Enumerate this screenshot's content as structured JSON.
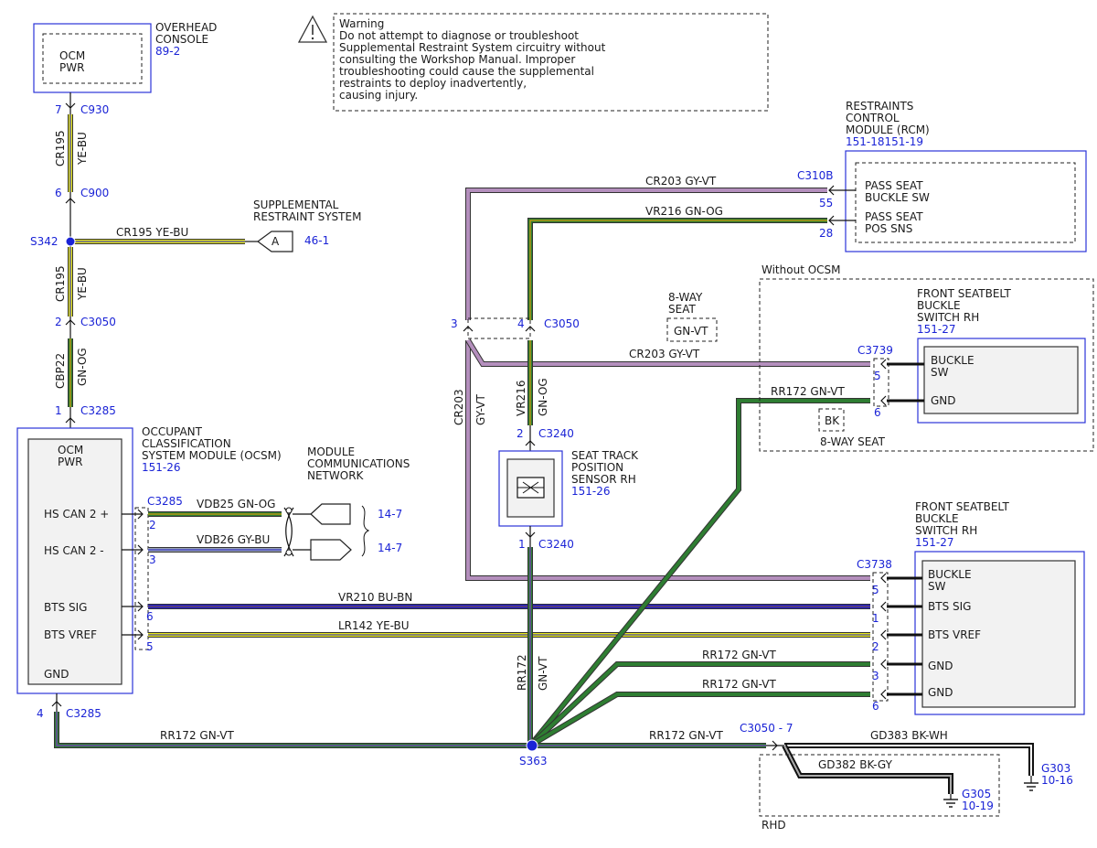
{
  "warning": {
    "title": "Warning",
    "lines": [
      "Do not attempt to diagnose or troubleshoot",
      "Supplemental Restraint System circuitry without",
      "consulting the Workshop Manual. Improper",
      "troubleshooting could cause the supplemental",
      "restraints to deploy inadvertently,",
      "causing injury."
    ]
  },
  "colors": {
    "ye_bu": "#e6e619",
    "gn_og": "#2e7d32",
    "gy_vt": "#b48fbd",
    "bu_bn": "#1f1fcc",
    "gn_vt": "#2e7d32",
    "bk": "#111111",
    "ref_blue": "#1a23d6"
  },
  "overhead_console": {
    "title_1": "OVERHEAD",
    "title_2": "CONSOLE",
    "ref": "89-2",
    "pin_1": "OCM",
    "pin_2": "PWR"
  },
  "connectors": {
    "c930": {
      "pin": "7",
      "name": "C930"
    },
    "c900": {
      "pin": "6",
      "name": "C900"
    },
    "c3050_left": {
      "pin": "2",
      "name": "C3050"
    },
    "c3285_top": {
      "pin": "1",
      "name": "C3285"
    },
    "c3285_side": "C3285",
    "c3285_bottom": {
      "pin": "4",
      "name": "C3285"
    },
    "c3050_mid_pin_3": "3",
    "c3050_mid_pin_4": "4",
    "c3050_mid_name": "C3050",
    "c3240_top": {
      "pin": "2",
      "name": "C3240"
    },
    "c3240_bottom": {
      "pin": "1",
      "name": "C3240"
    },
    "c310b": "C310B",
    "c310b_pin_55": "55",
    "c310b_pin_28": "28",
    "c3739": "C3739",
    "c3739_pin_5": "5",
    "c3739_pin_6": "6",
    "c3738": "C3738",
    "c3738_pins": [
      "5",
      "1",
      "2",
      "3",
      "6"
    ],
    "c3050_7": "C3050 - 7",
    "ocsm_pins": [
      "2",
      "3",
      "6",
      "5"
    ]
  },
  "wires": {
    "cr195_a": {
      "circuit": "CR195",
      "color": "YE-BU"
    },
    "cr195_h": "CR195  YE-BU",
    "cr195_b": {
      "circuit": "CR195",
      "color": "YE-BU"
    },
    "cbp22": {
      "circuit": "CBP22",
      "color": "GN-OG"
    },
    "vdb25": "VDB25  GN-OG",
    "vdb26": "VDB26  GY-BU",
    "vr210": "VR210  BU-BN",
    "lr142": "LR142  YE-BU",
    "rr172_bottom_left": "RR172  GN-VT",
    "rr172_bottom_right": "RR172  GN-VT",
    "cr203_top": "CR203  GY-VT",
    "vr216_top": "VR216  GN-OG",
    "cr203_mid": "CR203  GY-VT",
    "rr172_mid": "RR172  GN-VT",
    "cr203_vert": {
      "circuit": "CR203",
      "color": "GY-VT"
    },
    "vr216_vert": {
      "circuit": "VR216",
      "color": "GN-OG"
    },
    "rr172_vert": {
      "circuit": "RR172",
      "color": "GN-VT"
    },
    "rr172_gnd_a": "RR172  GN-VT",
    "rr172_gnd_b": "RR172  GN-VT",
    "gd383": "GD383  BK-WH",
    "gd382": "GD382  BK-GY"
  },
  "srs": {
    "line_1": "SUPPLEMENTAL",
    "line_2": "RESTRAINT SYSTEM",
    "flag": "A",
    "ref": "46-1"
  },
  "splices": {
    "s342": "S342",
    "s363": "S363"
  },
  "ocsm": {
    "title_lines": [
      "OCCUPANT",
      "CLASSIFICATION",
      "SYSTEM MODULE (OCSM)"
    ],
    "ref": "151-26",
    "pins": [
      "OCM",
      "PWR",
      "HS CAN 2 +",
      "HS CAN 2 -",
      "BTS SIG",
      "BTS VREF",
      "GND"
    ]
  },
  "mcn": {
    "lines": [
      "MODULE",
      "COMMUNICATIONS",
      "NETWORK"
    ],
    "ref_a": "14-7",
    "ref_b": "14-7"
  },
  "rcm": {
    "title_lines": [
      "RESTRAINTS",
      "CONTROL",
      "MODULE (RCM)"
    ],
    "ref": "151-18151-19",
    "pins": [
      "PASS SEAT",
      "BUCKLE SW",
      "PASS SEAT",
      "POS SNS"
    ]
  },
  "eight_way_top": {
    "lines": [
      "8-WAY",
      "SEAT"
    ],
    "box": "GN-VT"
  },
  "without_ocsm": {
    "label": "Without OCSM",
    "title_lines": [
      "FRONT SEATBELT",
      "BUCKLE",
      "SWITCH RH"
    ],
    "ref": "151-27",
    "pins": [
      "BUCKLE",
      "SW",
      "GND"
    ],
    "bk_box": "BK",
    "eight_way": "8-WAY SEAT"
  },
  "seat_track": {
    "lines": [
      "SEAT TRACK",
      "POSITION",
      "SENSOR RH"
    ],
    "ref": "151-26"
  },
  "buckle_rh": {
    "title_lines": [
      "FRONT SEATBELT",
      "BUCKLE",
      "SWITCH RH"
    ],
    "ref": "151-27",
    "pins": [
      "BUCKLE",
      "SW",
      "BTS SIG",
      "BTS VREF",
      "GND",
      "GND"
    ]
  },
  "grounds": {
    "g303": "G303",
    "g303_ref": "10-16",
    "g305": "G305",
    "g305_ref": "10-19",
    "rhd": "RHD"
  }
}
